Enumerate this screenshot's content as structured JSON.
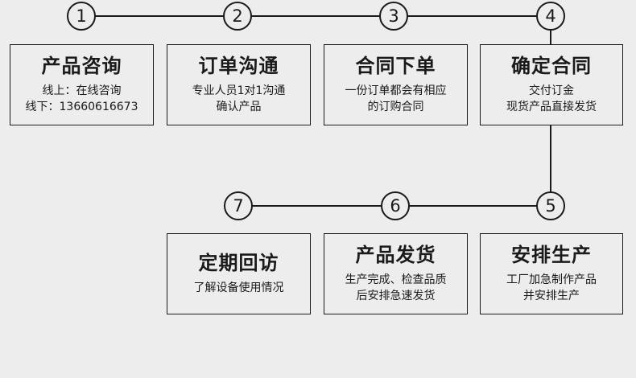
{
  "steps": [
    {
      "num": "1",
      "title": "产品咨询",
      "desc": "线上：在线咨询\n线下：13660616673"
    },
    {
      "num": "2",
      "title": "订单沟通",
      "desc": "专业人员1对1沟通\n确认产品"
    },
    {
      "num": "3",
      "title": "合同下单",
      "desc": "一份订单都会有相应\n的订购合同"
    },
    {
      "num": "4",
      "title": "确定合同",
      "desc": "交付订金\n现货产品直接发货"
    },
    {
      "num": "5",
      "title": "安排生产",
      "desc": "工厂加急制作产品\n并安排生产"
    },
    {
      "num": "6",
      "title": "产品发货",
      "desc": "生产完成、检查品质\n后安排急速发货"
    },
    {
      "num": "7",
      "title": "定期回访",
      "desc": "了解设备使用情况"
    }
  ]
}
